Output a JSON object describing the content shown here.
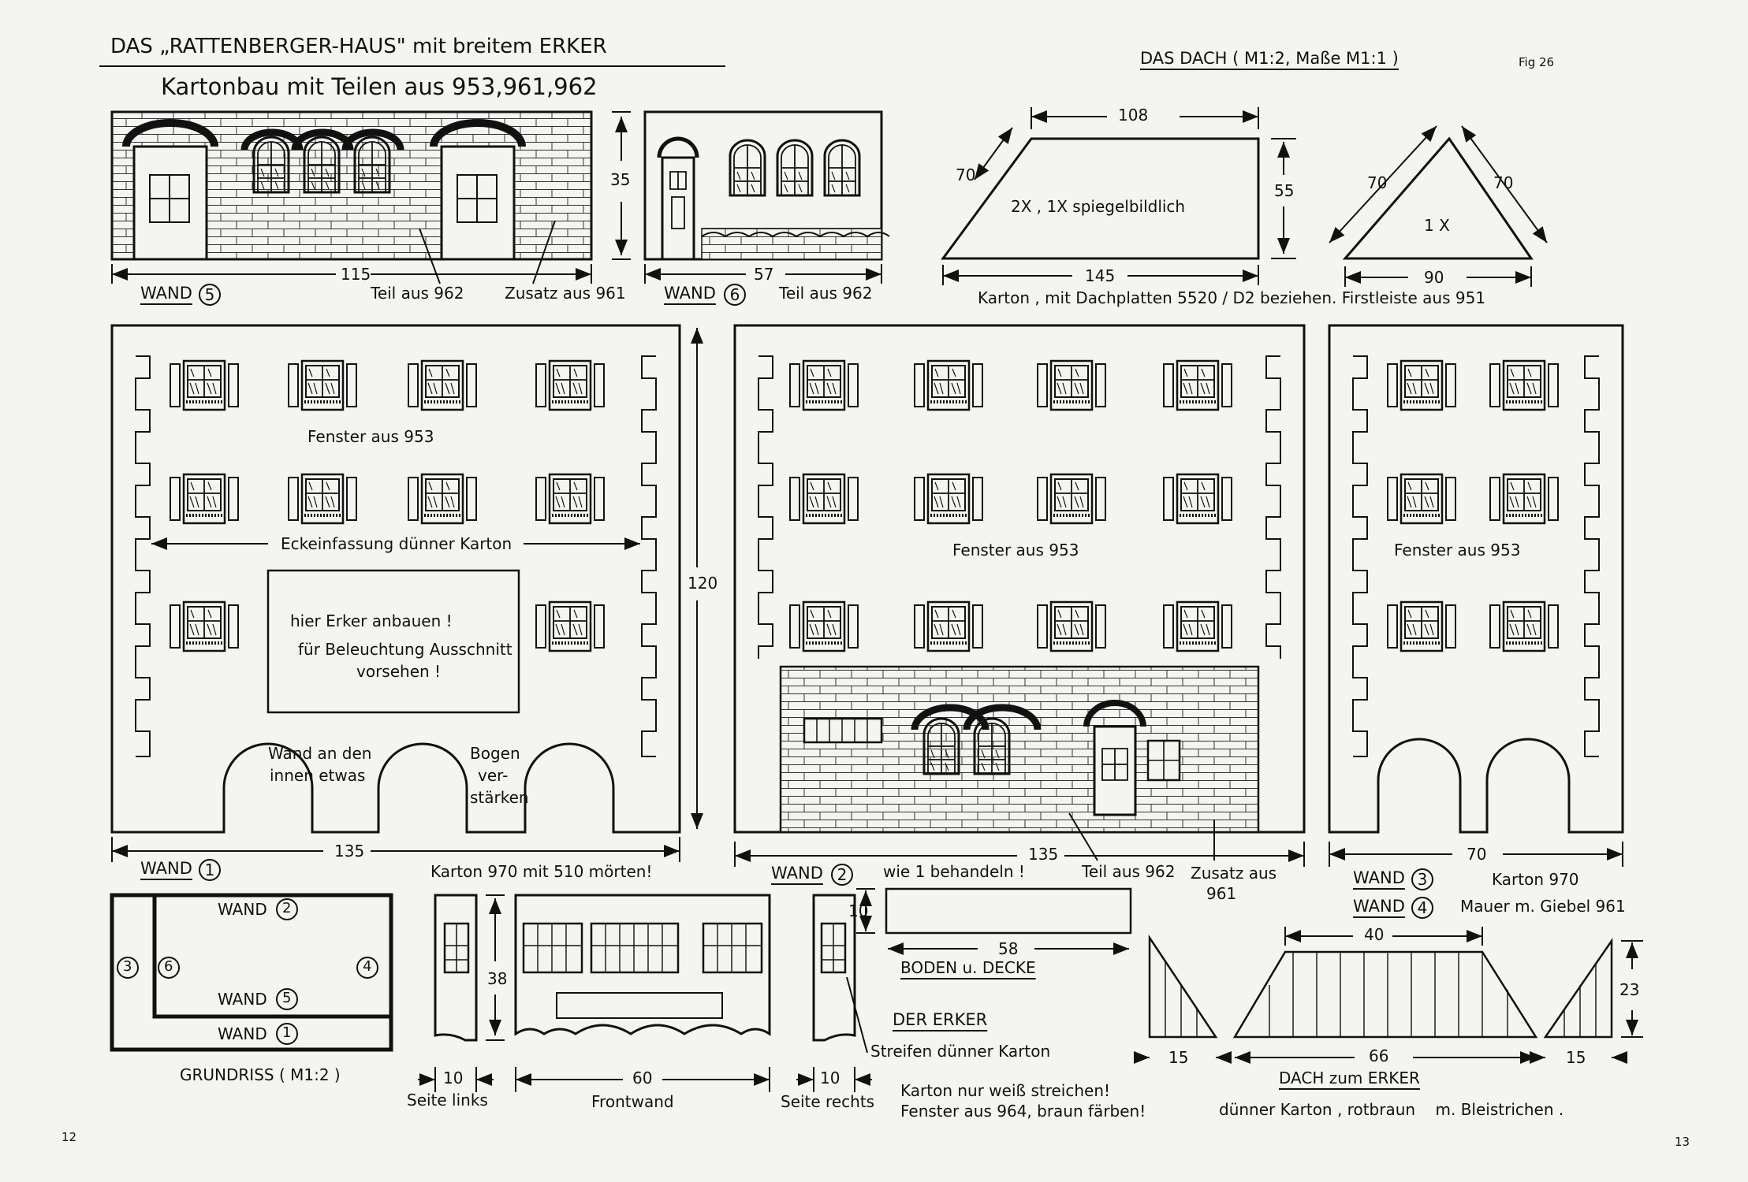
{
  "header": {
    "title": "DAS „RATTENBERGER-HAUS\" mit breitem ERKER",
    "subtitle": "Kartonbau mit Teilen aus 953,961,962",
    "roof_title": "DAS DACH ( M1:2, Maße M1:1 )",
    "fig": "Fig 26"
  },
  "wand5": {
    "label": "WAND",
    "num": "5",
    "dim": "115",
    "note1": "Teil aus 962",
    "note2": "Zusatz aus 961",
    "height": "35"
  },
  "wand6": {
    "label": "WAND",
    "num": "6",
    "dim": "57",
    "note": "Teil aus 962"
  },
  "roof": {
    "trap_top": "108",
    "trap_side": "70",
    "trap_height": "55",
    "trap_bottom": "145",
    "trap_note": "2X , 1X spiegelbildlich",
    "tri_left": "70",
    "tri_right": "70",
    "tri_bottom": "90",
    "tri_note": "1 X",
    "caption": "Karton , mit Dachplatten 5520 / D2 beziehen. Firstleiste aus 951"
  },
  "wand1": {
    "windows_note": "Fenster aus 953",
    "corner_note": "Eckeinfassung dünner Karton",
    "erker1": "hier Erker anbauen !",
    "erker2": "für Beleuchtung Ausschnitt",
    "erker3": "vorsehen !",
    "arch_l1": "Wand an den",
    "arch_l2": "innen etwas",
    "arch_r1": "Bogen",
    "arch_r2": "ver-",
    "arch_r3": "stärken",
    "height": "120",
    "dim": "135",
    "label": "WAND",
    "num": "1",
    "caption": "Karton 970 mit 510 mörten!"
  },
  "wand2": {
    "windows_note": "Fenster aus 953",
    "dim": "135",
    "label": "WAND",
    "num": "2",
    "caption": "wie 1 behandeln !",
    "note1": "Teil aus 962",
    "note2a": "Zusatz aus",
    "note2b": "961"
  },
  "wand34": {
    "windows_note": "Fenster aus 953",
    "dim": "70",
    "label3": "WAND",
    "num3": "3",
    "label4": "WAND",
    "num4": "4",
    "caption1": "Karton 970",
    "caption2": "Mauer m. Giebel 961"
  },
  "grundriss": {
    "w2": "WAND",
    "n2": "2",
    "w5": "WAND",
    "n5": "5",
    "w1": "WAND",
    "n1": "1",
    "n3": "3",
    "n6": "6",
    "n4": "4",
    "caption": "GRUNDRISS ( M1:2 )"
  },
  "erker": {
    "height": "38",
    "left_dim": "10",
    "left_label": "Seite links",
    "front_dim": "60",
    "front_label": "Frontwand",
    "right_dim": "10",
    "right_label": "Seite rechts",
    "title": "DER ERKER",
    "strip": "Streifen dünner Karton",
    "note1": "Karton nur weiß streichen!",
    "note2": "Fenster aus 964, braun färben!"
  },
  "boden": {
    "h": "10",
    "w": "58",
    "label": "BODEN u. DECKE"
  },
  "erker_roof": {
    "top": "40",
    "bottom": "66",
    "left": "15",
    "right": "15",
    "height": "23",
    "title": "DACH zum ERKER",
    "note": "dünner Karton , rotbraun    m. Bleistrichen ."
  },
  "pages": {
    "left": "12",
    "right": "13"
  }
}
